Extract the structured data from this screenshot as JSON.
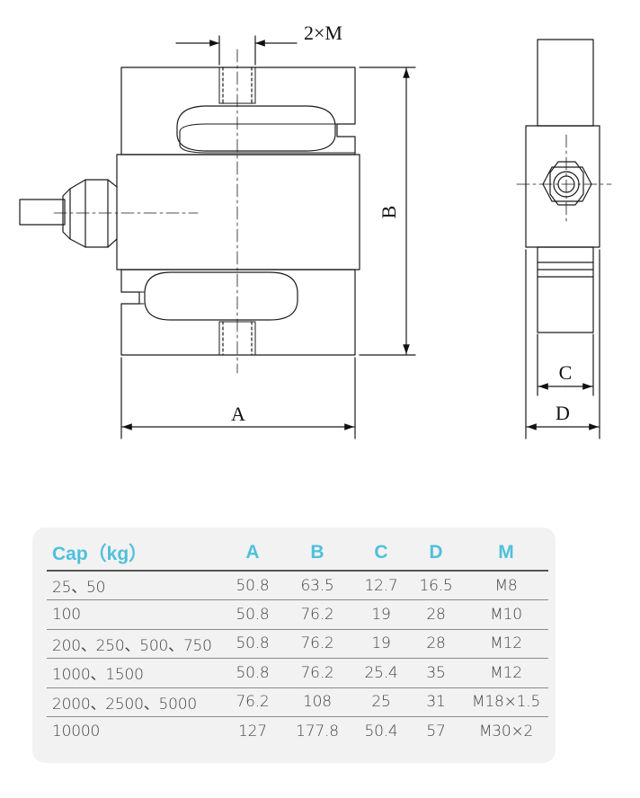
{
  "drawing": {
    "labels": {
      "thread": "2×M",
      "dim_a": "A",
      "dim_b": "B",
      "dim_c": "C",
      "dim_d": "D"
    },
    "line_color": "#1a1a1a"
  },
  "table": {
    "header_color": "#4fc0dc",
    "card_color": "#f2f2f2",
    "headers": [
      "Cap（kg）",
      "A",
      "B",
      "C",
      "D",
      "M"
    ],
    "rows": [
      [
        "25、50",
        "50.8",
        "63.5",
        "12.7",
        "16.5",
        "M8"
      ],
      [
        "100",
        "50.8",
        "76.2",
        "19",
        "28",
        "M10"
      ],
      [
        "200、250、500、750",
        "50.8",
        "76.2",
        "19",
        "28",
        "M12"
      ],
      [
        "1000、1500",
        "50.8",
        "76.2",
        "25.4",
        "35",
        "M12"
      ],
      [
        "2000、2500、5000",
        "76.2",
        "108",
        "25",
        "31",
        "M18×1.5"
      ],
      [
        "10000",
        "127",
        "177.8",
        "50.4",
        "57",
        "M30×2"
      ]
    ]
  }
}
